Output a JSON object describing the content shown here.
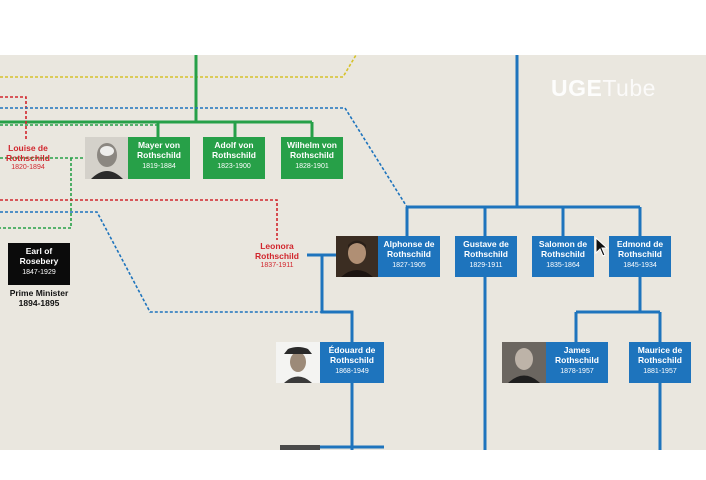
{
  "watermark": {
    "brand_bold": "UGE",
    "brand_light": "Tube"
  },
  "people": {
    "louise": {
      "name": "Louise de Rothschild",
      "years": "1820-1894"
    },
    "mayer": {
      "name": "Mayer von Rothschild",
      "years": "1819-1884"
    },
    "adolf": {
      "name": "Adolf von Rothschild",
      "years": "1823-1900"
    },
    "wilhelm": {
      "name": "Wilhelm von Rothschild",
      "years": "1828-1901"
    },
    "rosebery": {
      "name": "Earl of Rosebery",
      "years": "1847-1929",
      "title": "Prime Minister",
      "term": "1894-1895"
    },
    "leonora": {
      "name": "Leonora Rothschild",
      "years": "1837-1911"
    },
    "alphonse": {
      "name": "Alphonse de Rothschild",
      "years": "1827-1905"
    },
    "gustave": {
      "name": "Gustave de Rothschild",
      "years": "1829-1911"
    },
    "salomon": {
      "name": "Salomon de Rothschild",
      "years": "1835-1864"
    },
    "edmond": {
      "name": "Edmond de Rothschild",
      "years": "1845-1934"
    },
    "edouard": {
      "name": "Édouard de Rothschild",
      "years": "1868-1949"
    },
    "james": {
      "name": "James Rothschild",
      "years": "1878-1957"
    },
    "maurice": {
      "name": "Maurice de Rothschild",
      "years": "1881-1957"
    }
  },
  "colors": {
    "green": "#27a048",
    "blue": "#1e74bd",
    "red": "#d1262d",
    "yellow": "#d6c22b",
    "background": "#eae7df"
  }
}
